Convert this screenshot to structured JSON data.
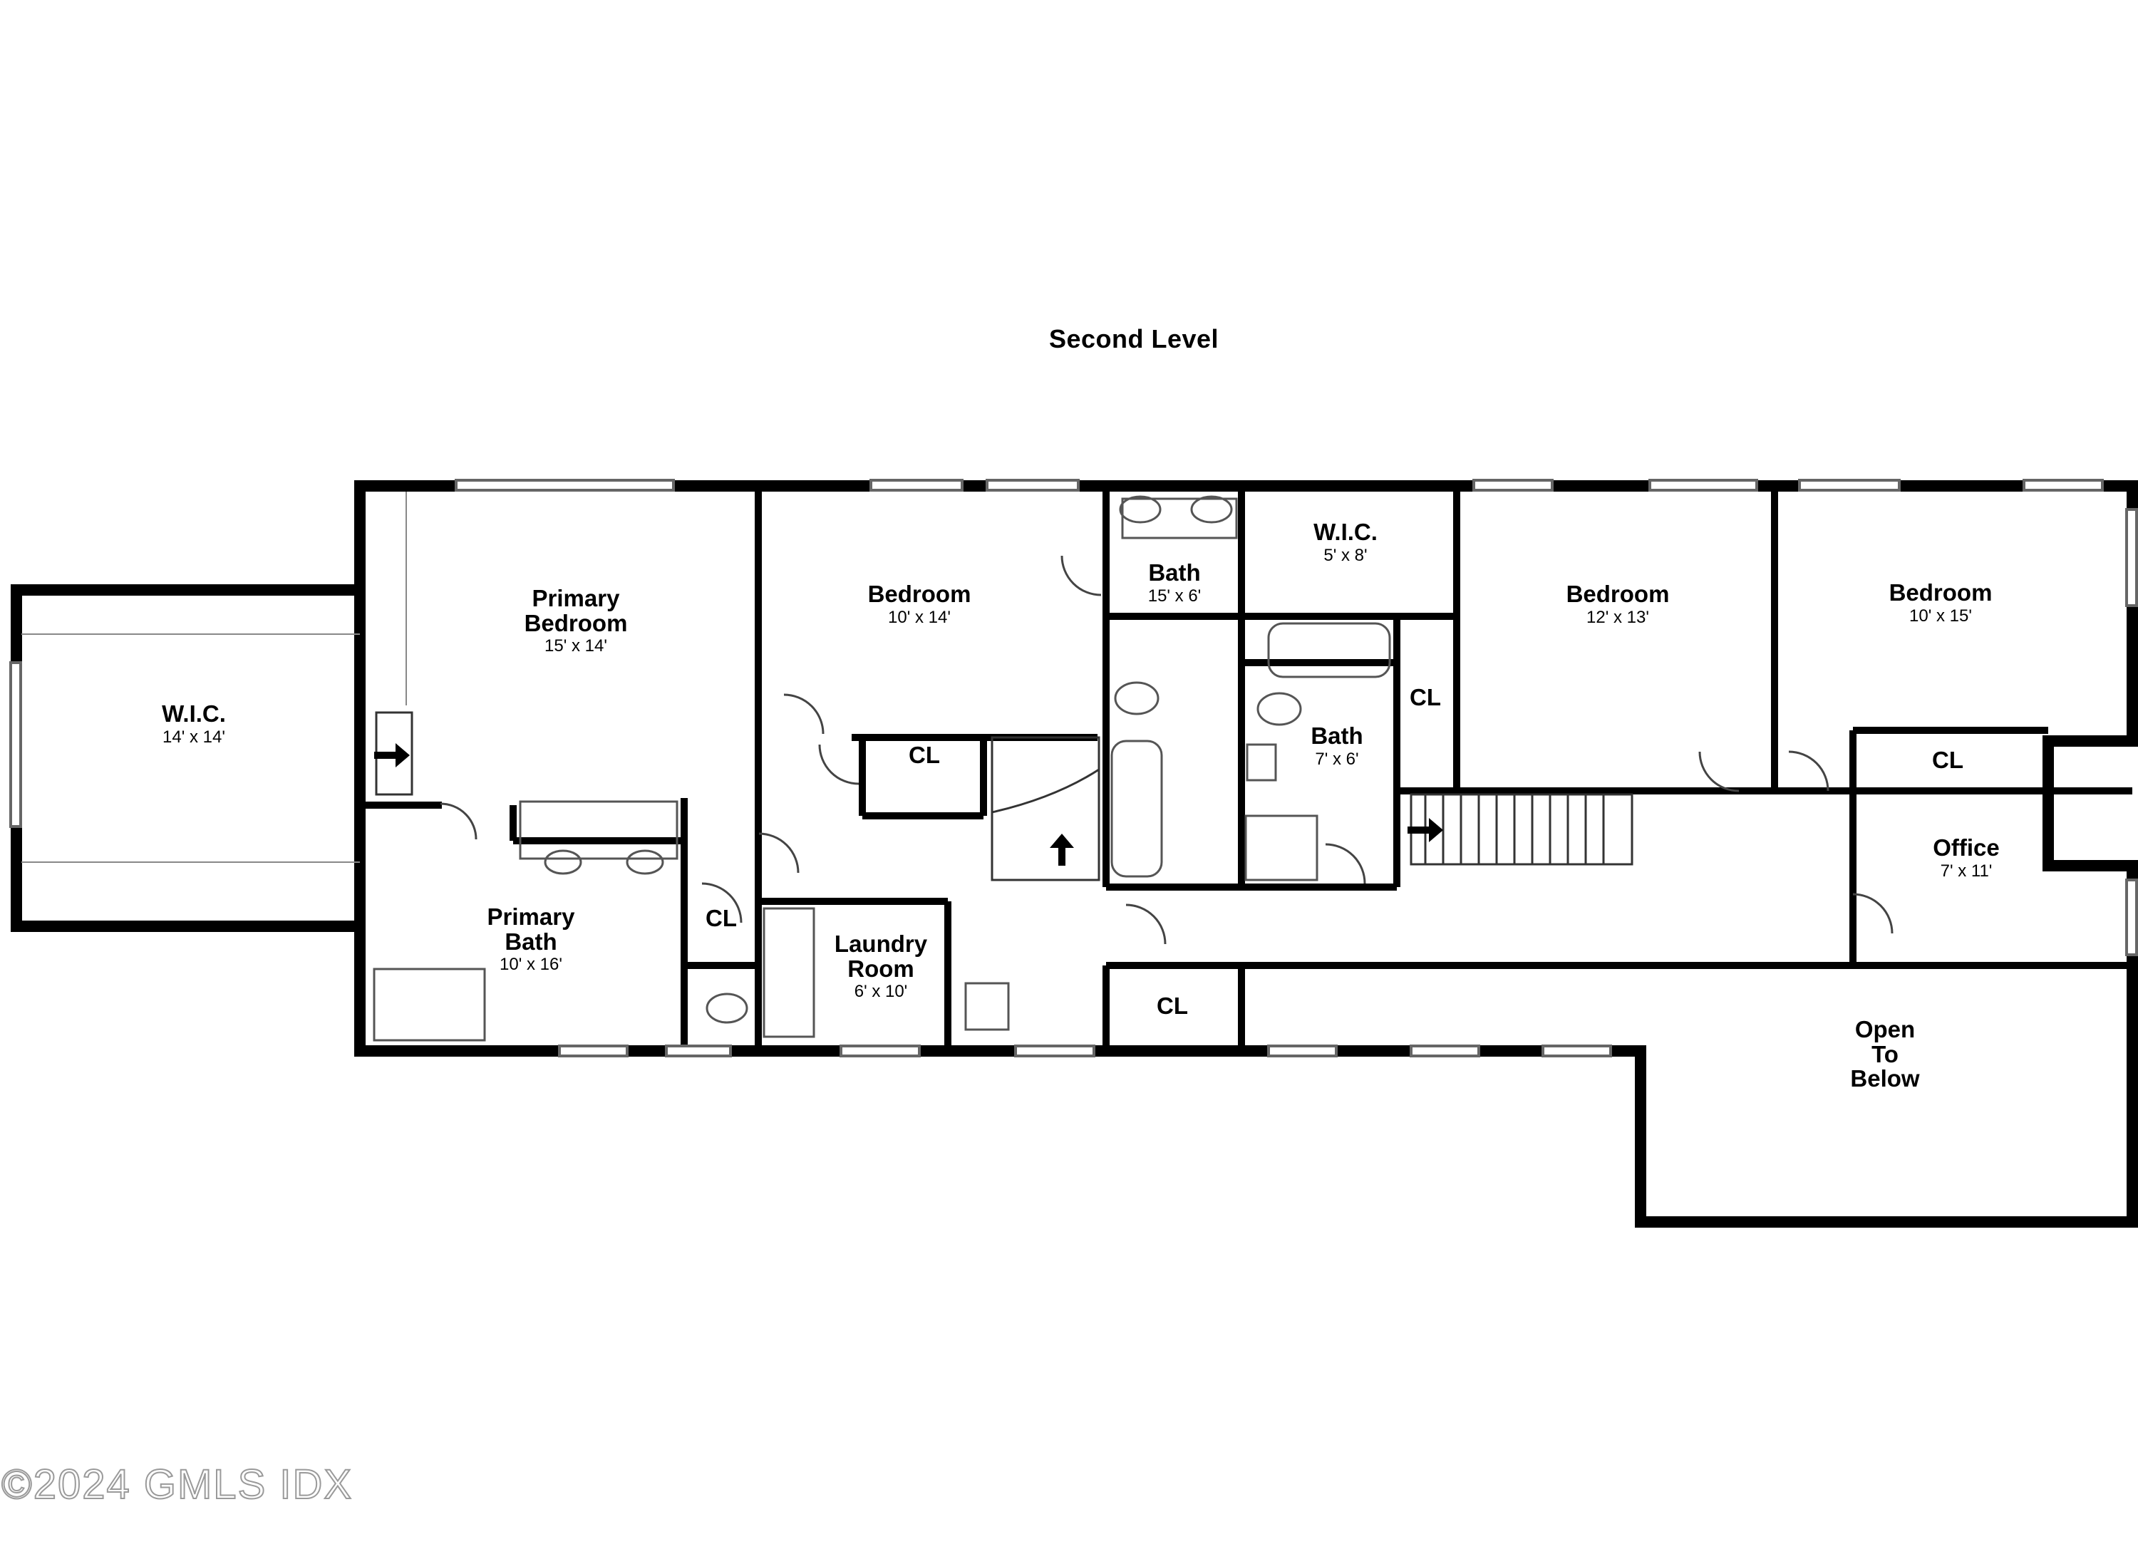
{
  "title": "Second Level",
  "rooms": {
    "wic_large": {
      "name": "W.I.C.",
      "dim": "14' x 14'"
    },
    "primary_bedroom": {
      "name": "Primary Bedroom",
      "dim": "15' x 14'"
    },
    "bedroom_1": {
      "name": "Bedroom",
      "dim": "10' x 14'"
    },
    "bath_hall": {
      "name": "Bath",
      "dim": "15' x 6'"
    },
    "wic_small": {
      "name": "W.I.C.",
      "dim": "5' x 8'"
    },
    "bedroom_2": {
      "name": "Bedroom",
      "dim": "12' x 13'"
    },
    "bedroom_3": {
      "name": "Bedroom",
      "dim": "10' x 15'"
    },
    "bath_small": {
      "name": "Bath",
      "dim": "7' x 6'"
    },
    "primary_bath": {
      "name": "Primary Bath",
      "dim": "10' x 16'"
    },
    "laundry": {
      "name": "Laundry Room",
      "dim": "6' x 10'"
    },
    "office": {
      "name": "Office",
      "dim": "7' x 11'"
    },
    "open_to_below": {
      "name": "Open To Below"
    },
    "cl_1": {
      "name": "CL"
    },
    "cl_2": {
      "name": "CL"
    },
    "cl_3": {
      "name": "CL"
    },
    "cl_4": {
      "name": "CL"
    },
    "cl_5": {
      "name": "CL"
    }
  },
  "watermark": "©2024 GMLS IDX",
  "colors": {
    "wall": "#000000",
    "background": "#ffffff",
    "fixture": "#555555"
  }
}
